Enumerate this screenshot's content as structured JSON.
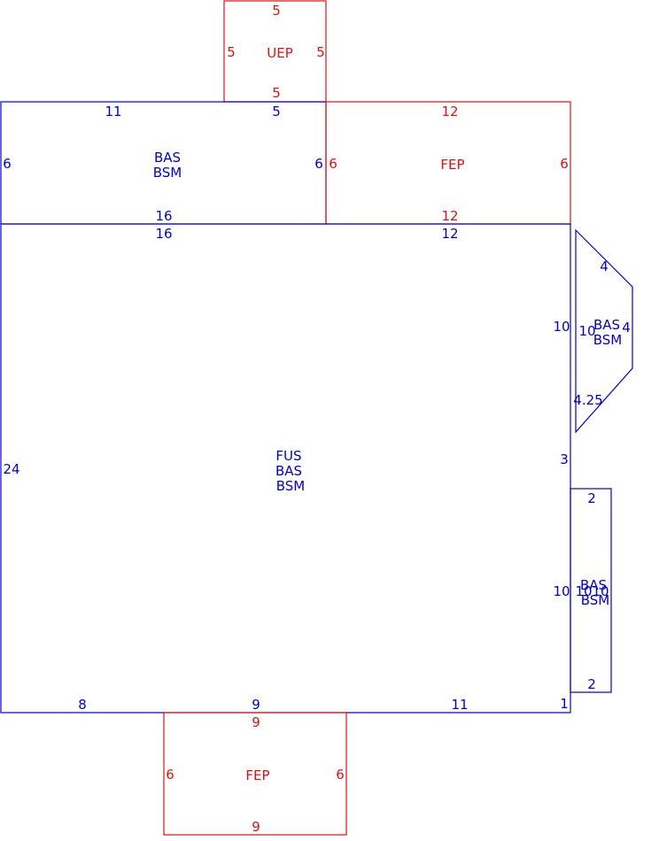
{
  "colors": {
    "main": "#0000cc",
    "addition": "#dd1111"
  },
  "areas": {
    "uep": {
      "codes": [
        "UEP"
      ],
      "dims": {
        "top": "5",
        "left": "5",
        "right": "5",
        "bottom": "5"
      }
    },
    "bas_top": {
      "codes": [
        "BAS",
        "BSM"
      ],
      "dims": {
        "top_left": "11",
        "top_right": "5",
        "left": "6",
        "right": "6",
        "bottom": "16"
      }
    },
    "fep_top": {
      "codes": [
        "FEP"
      ],
      "dims": {
        "top": "12",
        "left": "6",
        "right": "6",
        "bottom": "12"
      }
    },
    "main": {
      "codes": [
        "FUS",
        "BAS",
        "BSM"
      ],
      "dims": {
        "top_left": "16",
        "top_right": "12",
        "left": "24",
        "right_upper": "10",
        "right_mid": "3",
        "right_lower": "10",
        "bottom_a": "8",
        "bottom_b": "9",
        "bottom_c": "11",
        "bottom_d": "1"
      }
    },
    "bay": {
      "codes": [
        "BAS",
        "BSM"
      ],
      "dims": {
        "top": "4",
        "left": "10",
        "right": "4",
        "bottom": "4.25"
      }
    },
    "bump": {
      "codes": [
        "BAS",
        "BSM"
      ],
      "dims": {
        "top": "2",
        "left": "10",
        "right": "10",
        "bottom": "2"
      }
    },
    "fep_bottom": {
      "codes": [
        "FEP"
      ],
      "dims": {
        "top": "9",
        "left": "6",
        "right": "6",
        "bottom": "9"
      }
    }
  }
}
